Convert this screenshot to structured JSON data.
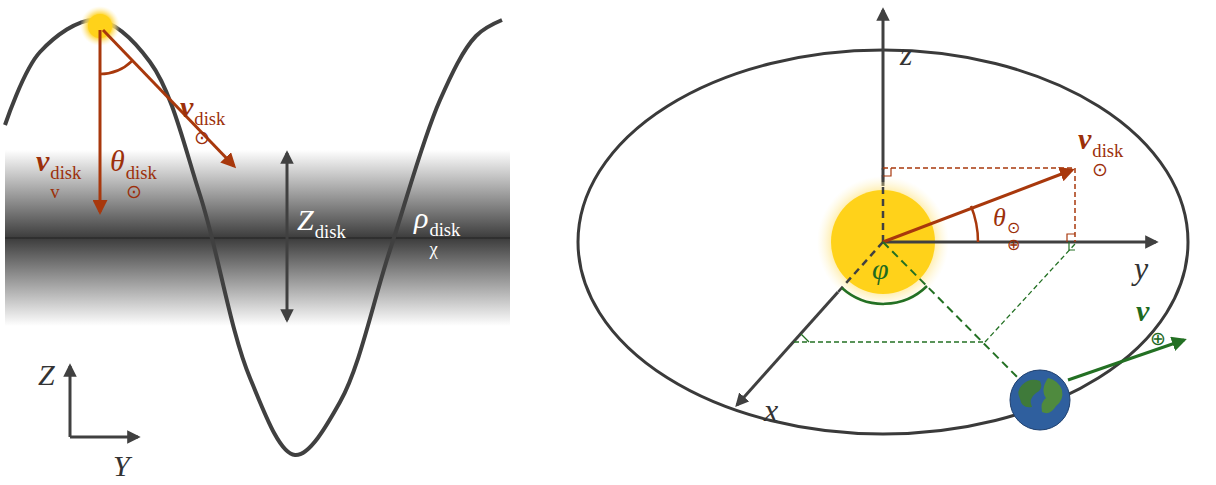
{
  "diagram": {
    "labels": [
      "θ⊙disk",
      "v⊙disk",
      "vvdisk",
      "Zdisk",
      "ρχdisk",
      "Z",
      "Y",
      "z",
      "v⊙disk",
      "θ⊕⊙",
      "y",
      "φ",
      "x",
      "v⊕"
    ]
  }
}
